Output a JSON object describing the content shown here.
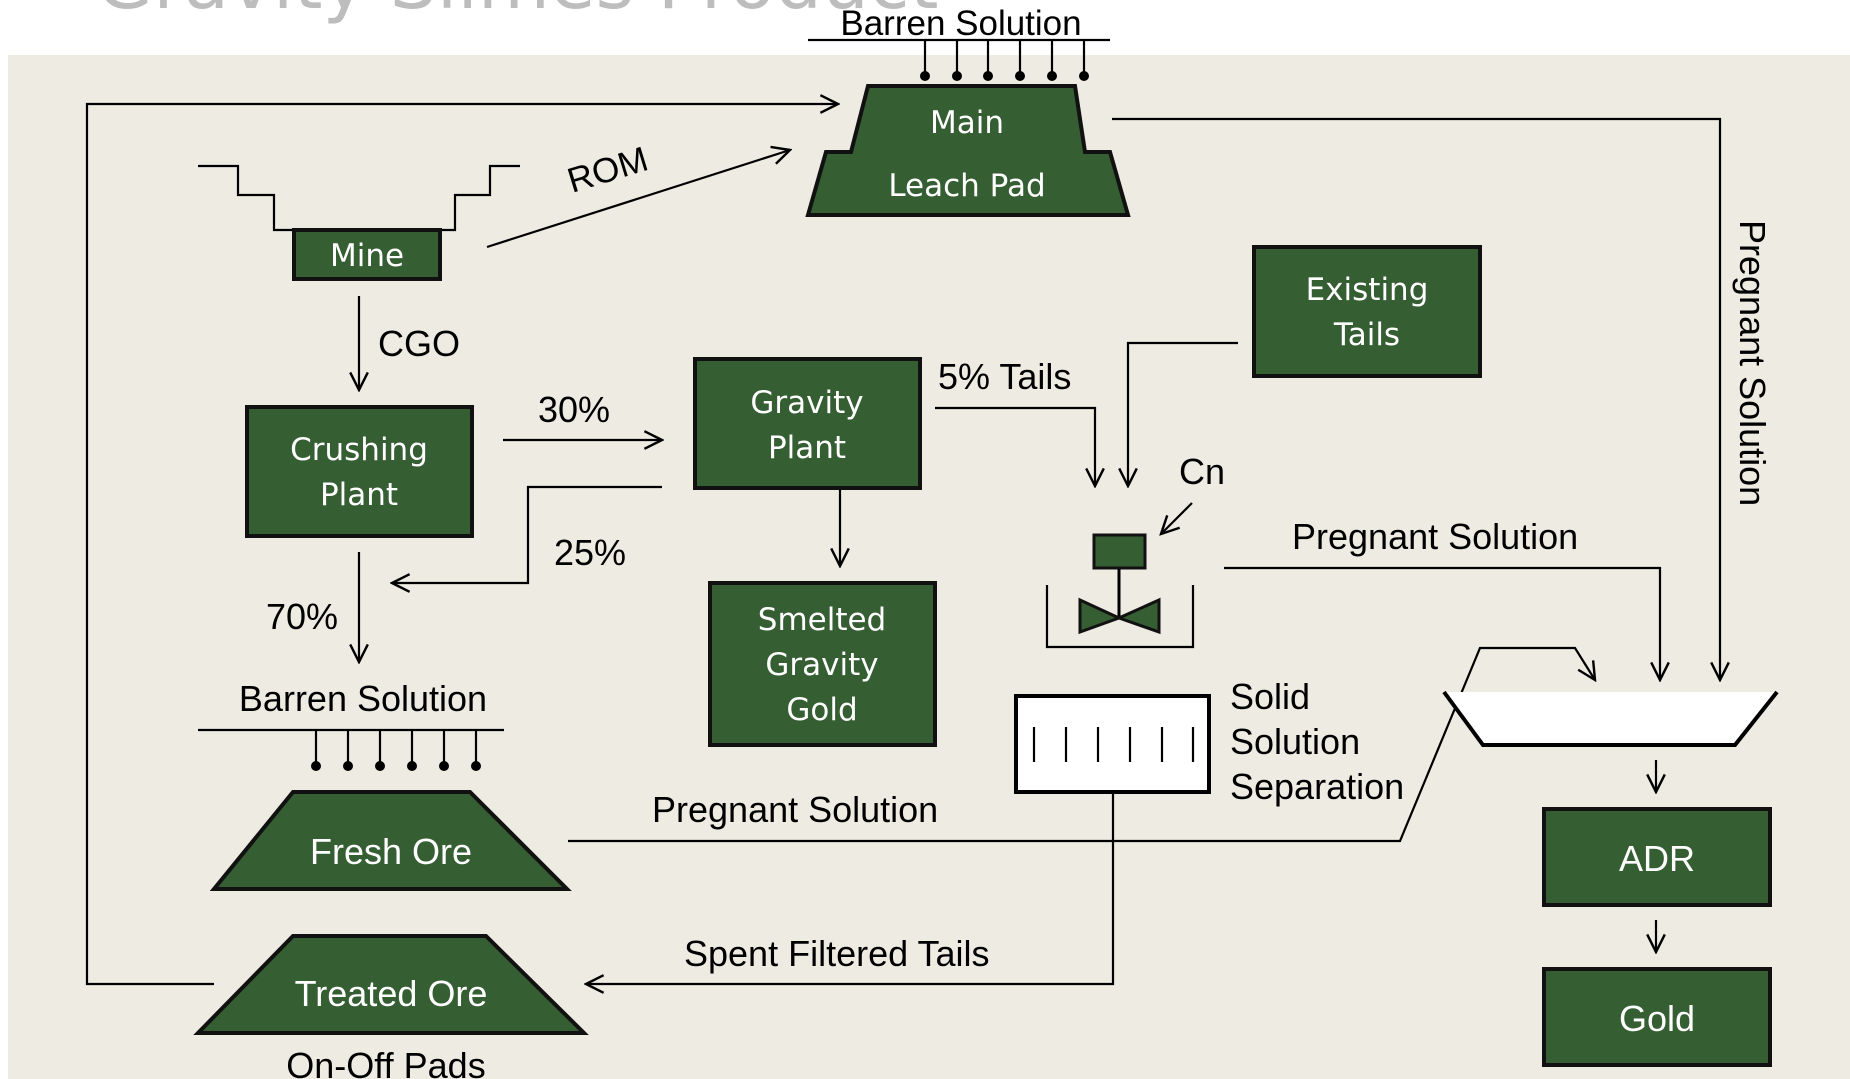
{
  "title": "Gravity Slimes Product",
  "colors": {
    "panel": "#edebe2",
    "box": "#355e33"
  },
  "nodes": {
    "main_leach_pad": [
      "Main",
      "Leach Pad"
    ],
    "mine": "Mine",
    "crushing_plant": [
      "Crushing",
      "Plant"
    ],
    "gravity_plant": [
      "Gravity",
      "Plant"
    ],
    "smelted_gravity_gold": [
      "Smelted",
      "Gravity",
      "Gold"
    ],
    "existing_tails": [
      "Existing",
      "Tails"
    ],
    "fresh_ore": "Fresh Ore",
    "treated_ore": "Treated Ore",
    "adr": "ADR",
    "gold": "Gold"
  },
  "labels": {
    "barren_solution_top": "Barren Solution",
    "barren_solution_left": "Barren Solution",
    "rom": "ROM",
    "cgo": "CGO",
    "pct_30": "30%",
    "pct_25": "25%",
    "pct_70": "70%",
    "tails_5": "5% Tails",
    "cn": "Cn",
    "pregnant_solution_mid": "Pregnant Solution",
    "pregnant_solution_low": "Pregnant Solution",
    "pregnant_solution_right": "Pregnant Solution",
    "solid_solution_separation": [
      "Solid",
      "Solution",
      "Separation"
    ],
    "spent_filtered_tails": "Spent Filtered Tails",
    "on_off_pads": "On-Off Pads"
  }
}
